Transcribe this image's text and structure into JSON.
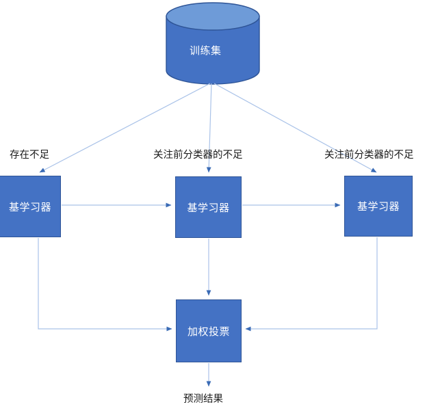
{
  "diagram": {
    "title_text": "训练集",
    "source": {
      "name": "training-set",
      "label": "训练集",
      "shape": "cylinder"
    },
    "edge_labels": [
      {
        "name": "edge-label-left",
        "text": "存在不足"
      },
      {
        "name": "edge-label-middle",
        "text": "关注前分类器的不足"
      },
      {
        "name": "edge-label-right",
        "text": "关注前分类器的不足"
      }
    ],
    "learners": [
      {
        "name": "base-learner-1",
        "label": "基学习器"
      },
      {
        "name": "base-learner-2",
        "label": "基学习器"
      },
      {
        "name": "base-learner-3",
        "label": "基学习器"
      }
    ],
    "aggregator": {
      "name": "weighted-vote",
      "label": "加权投票"
    },
    "output": {
      "name": "prediction-result",
      "label": "预测结果"
    },
    "colors": {
      "node_fill": "#4472C4",
      "node_stroke": "#2E5496",
      "cylinder_top_fill": "#6E9BD8",
      "connector": "#A9C2E8",
      "arrow_head": "#3A6BB5",
      "text_on_node": "#FFFFFF",
      "text_label": "#1A1A1A",
      "background": "#FFFFFF"
    }
  }
}
